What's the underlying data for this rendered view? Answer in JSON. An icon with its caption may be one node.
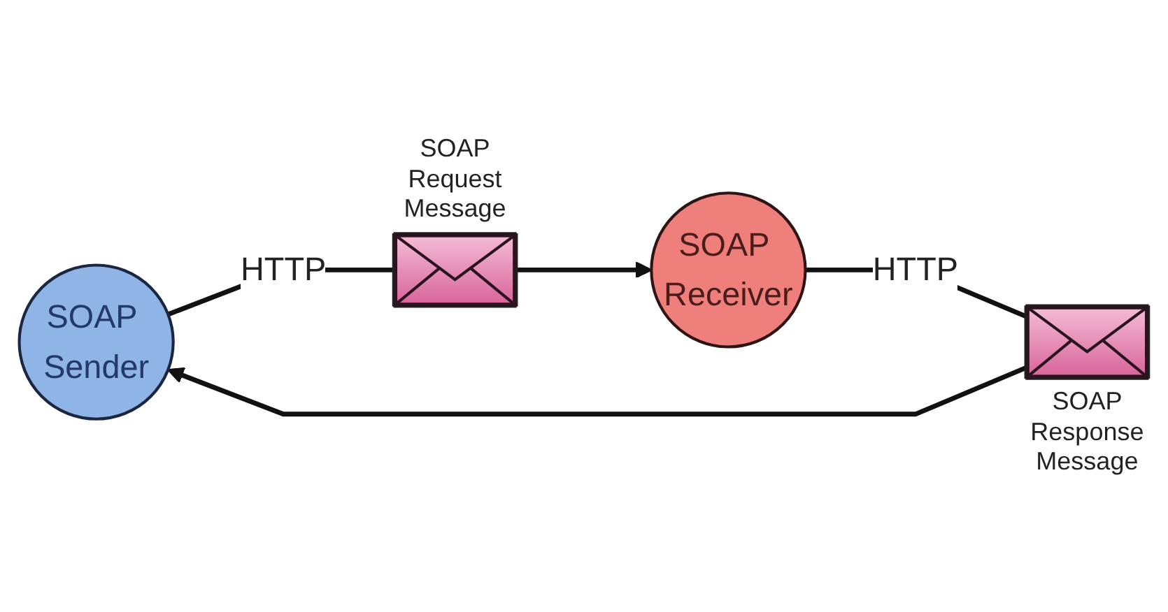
{
  "diagram": {
    "nodes": [
      {
        "text": [
          "SOAP Sender"
        ]
      },
      {
        "text": [],
        "shape": "picture",
        "beside": [
          "SOAP Request Message"
        ]
      },
      {
        "text": [
          "SOAP Receiver"
        ]
      },
      {
        "text": [],
        "shape": "picture",
        "beside": [
          "SOAP Response Message"
        ]
      }
    ],
    "edges": [
      {
        "from": 0,
        "to": 1,
        "arrow": "none",
        "label": "HTTP"
      },
      {
        "from": 1,
        "to": 2,
        "arrow": "to"
      },
      {
        "from": 2,
        "to": 3,
        "arrow": "none",
        "label": "HTTP"
      },
      {
        "from": 3,
        "to": 0,
        "arrow": "to"
      }
    ]
  }
}
